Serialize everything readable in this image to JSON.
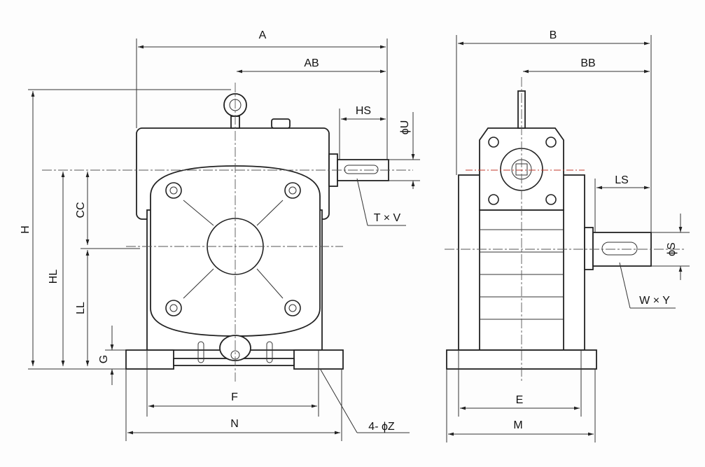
{
  "labels": {
    "A": "A",
    "AB": "AB",
    "HS": "HS",
    "U": "ϕU",
    "TV": "T × V",
    "H": "H",
    "HL": "HL",
    "CC": "CC",
    "LL": "LL",
    "G": "G",
    "F": "F",
    "N": "N",
    "Z": "4- ϕZ",
    "B": "B",
    "BB": "BB",
    "LS": "LS",
    "S": "ϕS",
    "WY": "W × Y",
    "E": "E",
    "M": "M"
  }
}
